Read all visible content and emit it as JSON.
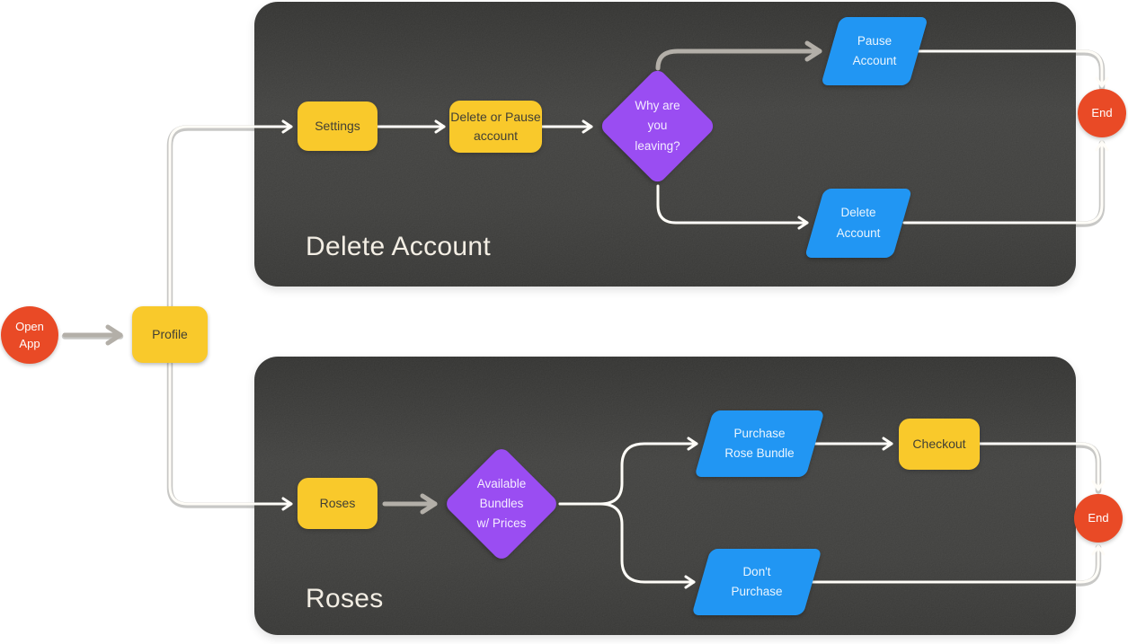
{
  "colors": {
    "background": "#ffffff",
    "panel_dark": "#3b3b39",
    "node_yellow": "#f9c92b",
    "node_blue": "#2196f3",
    "node_purple": "#9a4df2",
    "node_red": "#e94a26",
    "wire_white": "#fffdf8",
    "wire_gray": "#b3afa8",
    "title_text": "#f3eee4",
    "yellow_box_text": "#413f35"
  },
  "start": {
    "open_app_label": "Open\nApp",
    "profile_label": "Profile"
  },
  "sections": [
    {
      "id": "delete-account",
      "title": "Delete Account",
      "nodes": {
        "settings": "Settings",
        "delete_or_pause": "Delete or Pause\naccount",
        "why_leaving": "Why are\nyou\nleaving?",
        "pause_account": "Pause\nAccount",
        "delete_account": "Delete\nAccount",
        "end": "End"
      }
    },
    {
      "id": "roses",
      "title": "Roses",
      "nodes": {
        "roses": "Roses",
        "available_bundles": "Available\nBundles\nw/ Prices",
        "purchase_rose_bundle": "Purchase\nRose Bundle",
        "checkout": "Checkout",
        "dont_purchase": "Don't\nPurchase",
        "end": "End"
      }
    }
  ]
}
